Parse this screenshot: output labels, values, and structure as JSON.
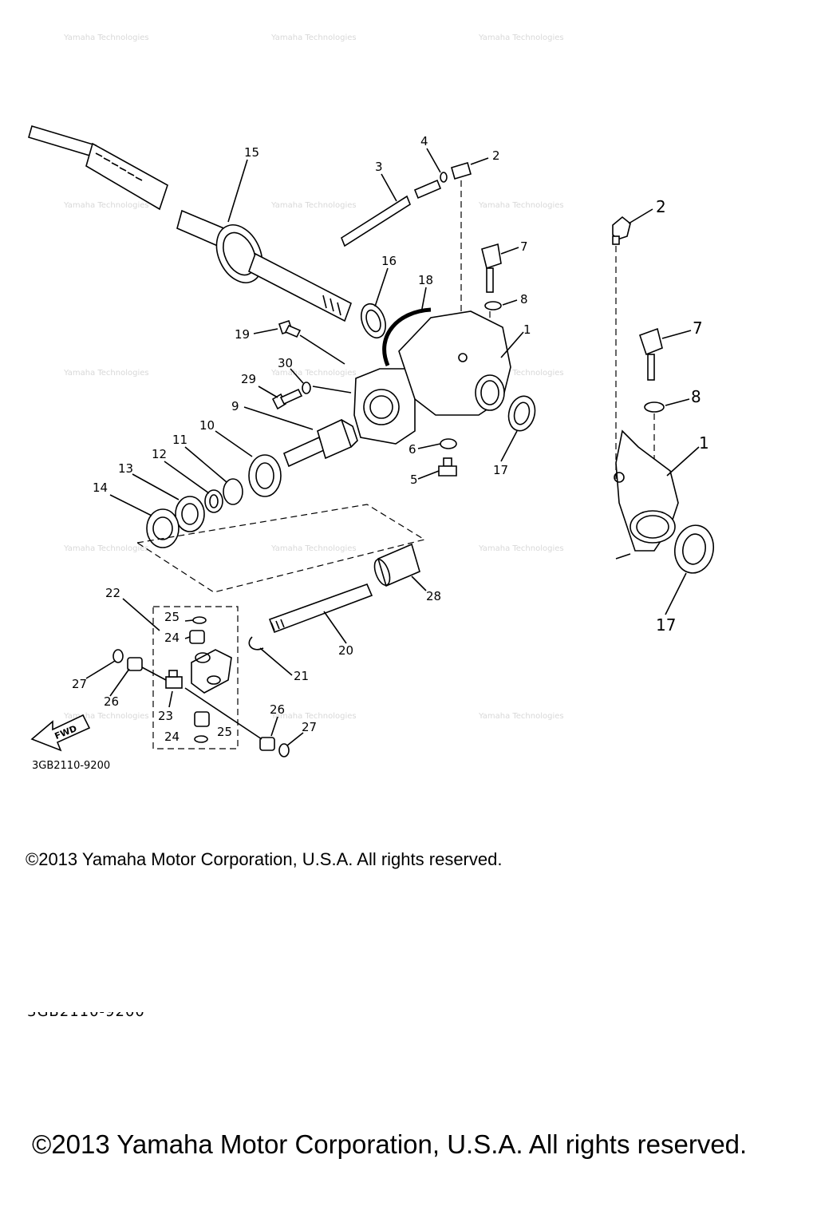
{
  "diagram": {
    "part_number": "3GB2110-9200",
    "fwd_label": "FWD",
    "watermark": "Yamaha Technologies",
    "callouts": {
      "c1": "1",
      "c2": "2",
      "c3": "3",
      "c4": "4",
      "c5": "5",
      "c6": "6",
      "c7": "7",
      "c8": "8",
      "c9": "9",
      "c10": "10",
      "c11": "11",
      "c12": "12",
      "c13": "13",
      "c14": "14",
      "c15": "15",
      "c16": "16",
      "c17": "17",
      "c18": "18",
      "c19": "19",
      "c20": "20",
      "c21": "21",
      "c22": "22",
      "c23": "23",
      "c24": "24",
      "c25": "25",
      "c26": "26",
      "c27": "27",
      "c28": "28",
      "c29": "29",
      "c30": "30"
    }
  },
  "copyright": {
    "small": "©2013 Yamaha Motor Corporation, U.S.A. All rights reserved.",
    "large": "©2013 Yamaha Motor Corporation, U.S.A. All rights reserved."
  },
  "colors": {
    "line": "#000000",
    "background": "#ffffff",
    "watermark": "#d8d8d8"
  }
}
